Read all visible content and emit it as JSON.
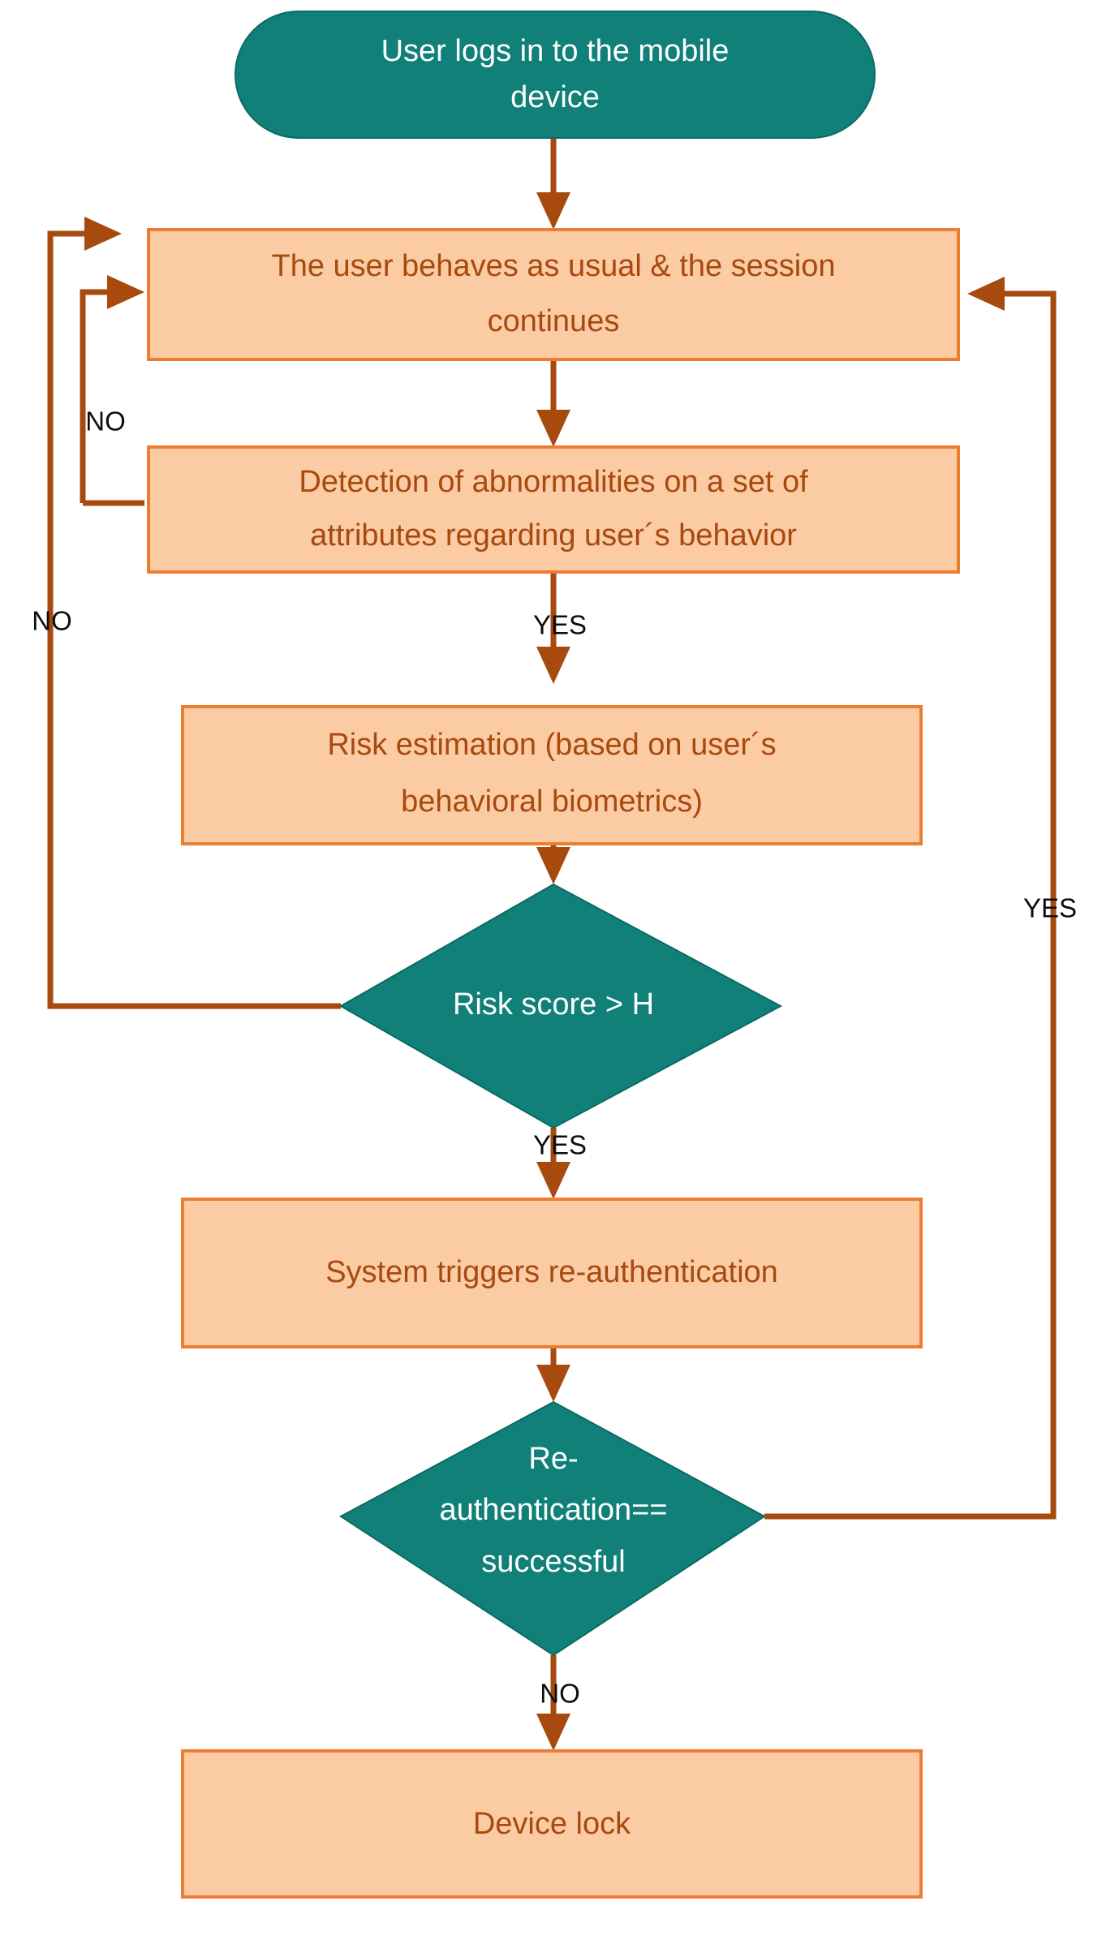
{
  "diagram": {
    "title": "Behavioral biometrics risk-based re-authentication flowchart",
    "colors": {
      "process_fill": "#FBCBA4",
      "process_border": "#ED7D31",
      "process_text": "#A8490E",
      "decision_fill": "#108079",
      "decision_text": "#FFFFFF",
      "connector": "#A8490E",
      "label_text": "#0D0D0D",
      "background": "#FFFFFF"
    },
    "nodes": [
      {
        "id": "start",
        "type": "terminator",
        "label_line1": "User logs in to the mobile",
        "label_line2": "device"
      },
      {
        "id": "behaves",
        "type": "process",
        "label_line1": "The user behaves as usual & the session",
        "label_line2": "continues"
      },
      {
        "id": "detection",
        "type": "process",
        "label_line1": "Detection of abnormalities on a set of",
        "label_line2": "attributes regarding user´s behavior"
      },
      {
        "id": "risk-estimation",
        "type": "process",
        "label_line1": "Risk estimation (based on user´s",
        "label_line2": "behavioral biometrics)"
      },
      {
        "id": "risk-score",
        "type": "decision",
        "label_line1": "Risk score > H"
      },
      {
        "id": "reauth-trigger",
        "type": "process",
        "label_line1": "System triggers re-authentication"
      },
      {
        "id": "reauth-check",
        "type": "decision",
        "label_line1": "Re-",
        "label_line2": "authentication==",
        "label_line3": "successful"
      },
      {
        "id": "device-lock",
        "type": "process",
        "label_line1": "Device lock"
      }
    ],
    "edge_labels": {
      "detection_no": "NO",
      "risk_score_no": "NO",
      "detection_yes": "YES",
      "risk_score_yes": "YES",
      "reauth_yes": "YES",
      "reauth_no": "NO"
    }
  }
}
